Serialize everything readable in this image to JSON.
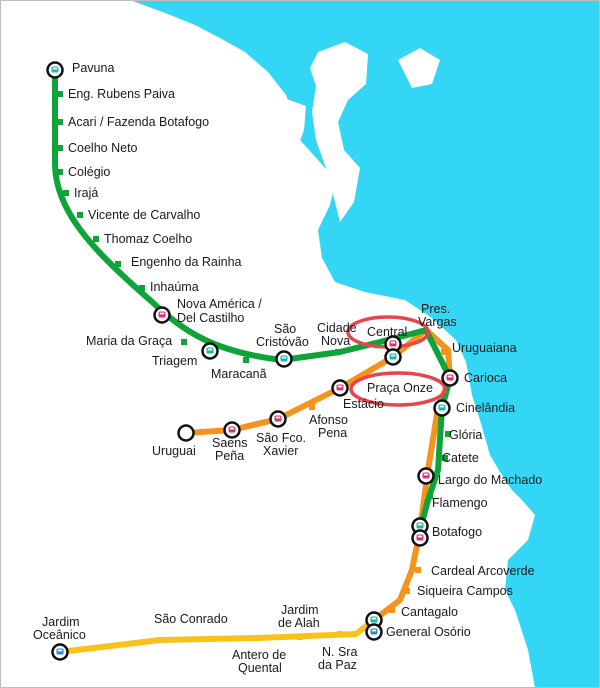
{
  "colors": {
    "water": "#33d6f5",
    "land": "#ffffff",
    "line_green": "#0ea43a",
    "line_orange": "#f6931d",
    "line_yellow": "#f8c21a",
    "highlight_ring": "#e5464e",
    "station_pink": "#e0306f",
    "station_teal": "#1fb7a6",
    "station_blue": "#2c86d1"
  },
  "lines": {
    "green": {
      "name": "",
      "color_key": "line_green"
    },
    "orange": {
      "name": "",
      "color_key": "line_orange"
    },
    "yellow": {
      "name": "",
      "color_key": "line_yellow"
    }
  },
  "stations": {
    "pavuna": "Pavuna",
    "eng_rubens_paiva": "Eng. Rubens Paiva",
    "acari": "Acari / Fazenda Botafogo",
    "coelho_neto": "Coelho Neto",
    "colegio": "Colégio",
    "iraja": "Irajá",
    "vicente_de_carvalho": "Vicente de Carvalho",
    "thomaz_coelho": "Thomaz Coelho",
    "engenho_da_rainha": "Engenho da Rainha",
    "inhauma": "Inhaúma",
    "nova_america_1": "Nova América /",
    "nova_america_2": "Del Castilho",
    "maria_da_graca": "Maria da Graça",
    "triagem": "Triagem",
    "maracana": "Maracanã",
    "sao_cristovao_1": "São",
    "sao_cristovao_2": "Cristóvão",
    "cidade_nova_1": "Cidade",
    "cidade_nova_2": "Nova",
    "central": "Central",
    "pres_vargas_1": "Pres.",
    "pres_vargas_2": "Vargas",
    "uruguaiana": "Uruguaiana",
    "carioca": "Carioca",
    "praca_onze": "Praça Onze",
    "estacio": "Estácio",
    "cinelandia": "Cinelândia",
    "afonso_pena_1": "Afonso",
    "afonso_pena_2": "Pena",
    "sao_fco_xavier_1": "São Fco.",
    "sao_fco_xavier_2": "Xavier",
    "saens_pena_1": "Saens",
    "saens_pena_2": "Peña",
    "uruguai": "Uruguai",
    "gloria": "Glória",
    "catete": "Catete",
    "largo_do_machado": "Largo do Machado",
    "flamengo": "Flamengo",
    "botafogo": "Botafogo",
    "cardeal_arcoverde": "Cardeal Arcoverde",
    "siqueira_campos": "Siqueira Campos",
    "cantagalo": "Cantagalo",
    "general_osorio": "General Osório",
    "jardim_oceanico_1": "Jardim",
    "jardim_oceanico_2": "Oceânico",
    "sao_conrado": "São Conrado",
    "jardim_de_alah_1": "Jardim",
    "jardim_de_alah_2": "de Alah",
    "antero_de_quental_1": "Antero de",
    "antero_de_quental_2": "Quental",
    "n_sra_da_paz_1": "N. Sra",
    "n_sra_da_paz_2": "da Paz"
  },
  "highlighted_stations": [
    "Central",
    "Praça Onze"
  ]
}
